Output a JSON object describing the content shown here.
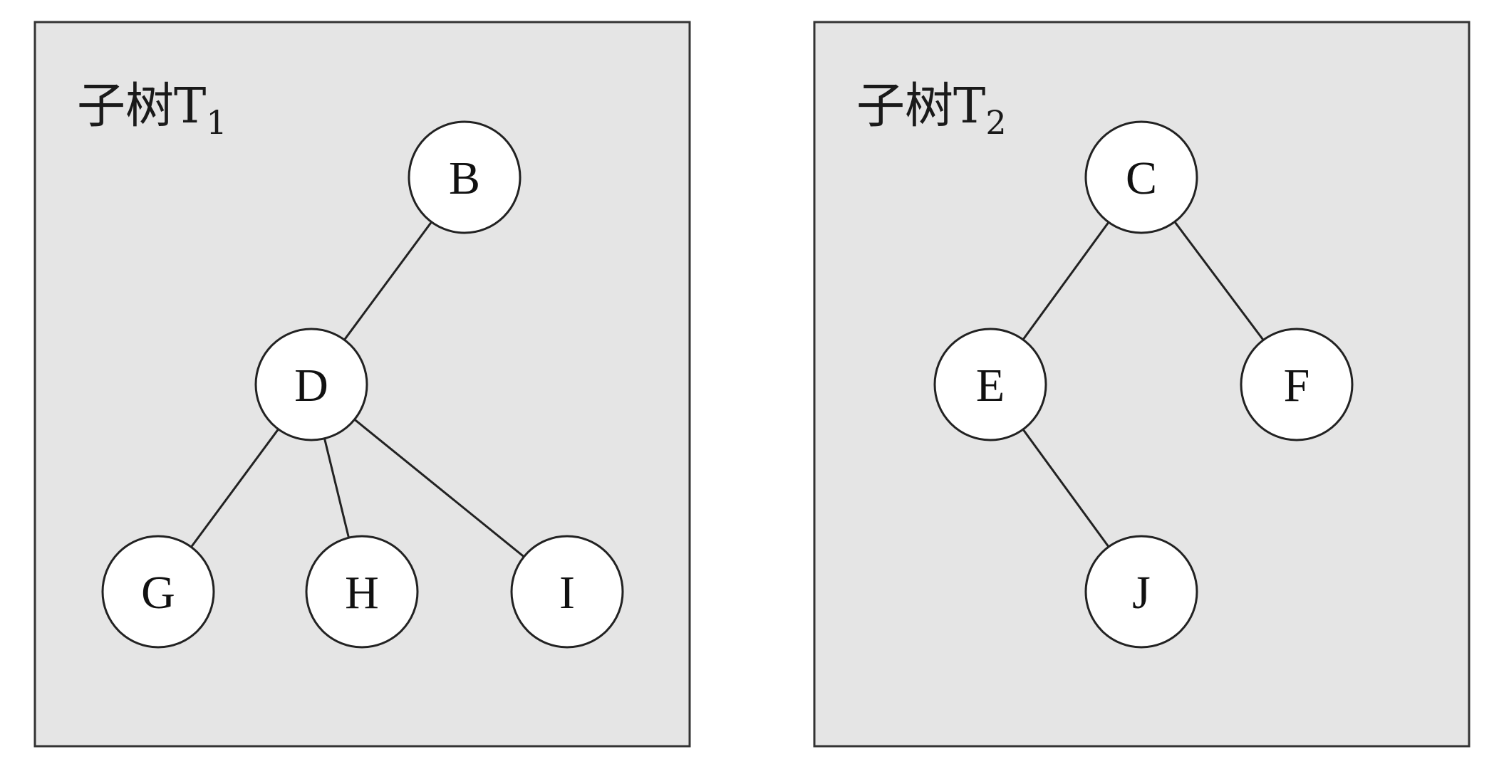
{
  "panels": [
    {
      "title_main": "子树T",
      "title_sub": "1",
      "nodes": [
        {
          "id": "B",
          "label": "B"
        },
        {
          "id": "D",
          "label": "D"
        },
        {
          "id": "G",
          "label": "G"
        },
        {
          "id": "H",
          "label": "H"
        },
        {
          "id": "I",
          "label": "I"
        }
      ],
      "edges": [
        [
          "B",
          "D"
        ],
        [
          "D",
          "G"
        ],
        [
          "D",
          "H"
        ],
        [
          "D",
          "I"
        ]
      ]
    },
    {
      "title_main": "子树T",
      "title_sub": "2",
      "nodes": [
        {
          "id": "C",
          "label": "C"
        },
        {
          "id": "E",
          "label": "E"
        },
        {
          "id": "F",
          "label": "F"
        },
        {
          "id": "J",
          "label": "J"
        }
      ],
      "edges": [
        [
          "C",
          "E"
        ],
        [
          "C",
          "F"
        ],
        [
          "E",
          "J"
        ]
      ]
    }
  ],
  "colors": {
    "panel_fill": "#e5e5e5",
    "panel_border": "#333333",
    "node_fill": "#ffffff",
    "node_stroke": "#222222",
    "edge": "#222222"
  }
}
